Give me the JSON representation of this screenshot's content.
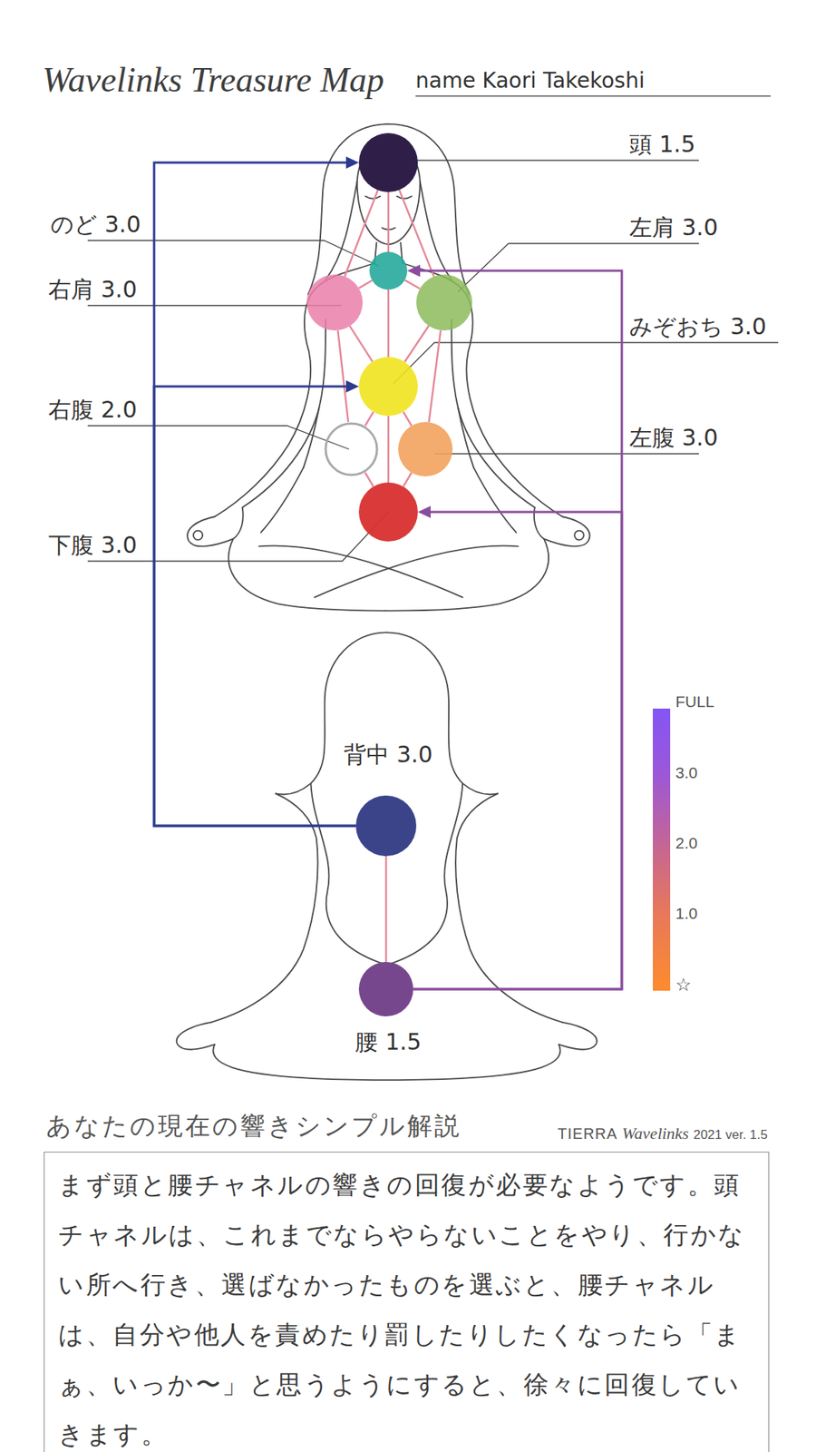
{
  "diagram": {
    "title": "Wavelinks Treasure Map",
    "nodes": [
      {
        "text": [
          "頭 1.5"
        ]
      },
      {
        "text": [
          "のど 3.0"
        ]
      },
      {
        "text": [
          "右肩 3.0"
        ]
      },
      {
        "text": [
          "左肩 3.0"
        ]
      },
      {
        "text": [
          "みぞおち 3.0"
        ]
      },
      {
        "text": [
          "右腹 2.0"
        ]
      },
      {
        "text": [
          "左腹 3.0"
        ]
      },
      {
        "text": [
          "下腹 3.0"
        ]
      },
      {
        "text": [
          "背中 3.0"
        ]
      },
      {
        "text": [
          "腰 1.5"
        ]
      },
      {
        "text": [
          "あなたの現在の響きシンプル解説",
          "まず頭と腰チャネルの響きの回復が必要なようです。頭チャネルは、これまでならやらないことをやり、行かない所へ行き、選ばなかったものを選ぶと、腰チャネルは、自分や他人を責めたり罰したりしたくなったら「まぁ、いっか〜」と思うようにすると、徐々に回復していきます。"
        ]
      }
    ],
    "edges": [
      {
        "from": 0,
        "to": 1,
        "arrow": "none"
      },
      {
        "from": 1,
        "to": 4,
        "arrow": "none"
      },
      {
        "from": 4,
        "to": 7,
        "arrow": "none"
      },
      {
        "from": 0,
        "to": 2,
        "arrow": "none"
      },
      {
        "from": 0,
        "to": 3,
        "arrow": "none"
      },
      {
        "from": 1,
        "to": 2,
        "arrow": "none"
      },
      {
        "from": 1,
        "to": 3,
        "arrow": "none"
      },
      {
        "from": 2,
        "to": 4,
        "arrow": "none"
      },
      {
        "from": 3,
        "to": 4,
        "arrow": "none"
      },
      {
        "from": 2,
        "to": 5,
        "arrow": "none"
      },
      {
        "from": 3,
        "to": 6,
        "arrow": "none"
      },
      {
        "from": 4,
        "to": 5,
        "arrow": "none"
      },
      {
        "from": 4,
        "to": 6,
        "arrow": "none"
      },
      {
        "from": 5,
        "to": 7,
        "arrow": "none"
      },
      {
        "from": 6,
        "to": 7,
        "arrow": "none"
      },
      {
        "from": 8,
        "to": 9,
        "arrow": "none"
      },
      {
        "from": 8,
        "to": 0,
        "arrow": "to"
      },
      {
        "from": 8,
        "to": 4,
        "arrow": "to"
      },
      {
        "from": 9,
        "to": 1,
        "arrow": "to"
      },
      {
        "from": 9,
        "to": 7,
        "arrow": "to"
      }
    ],
    "labels": [
      "name Kaori Takekoshi",
      "TIERRA",
      "Wavelinks",
      "2021 ver. 1.5"
    ],
    "legend": [
      {
        "text": "FULL",
        "color": "#8455f5"
      },
      {
        "text": "3.0",
        "color": "#9b57d8"
      },
      {
        "text": "2.0",
        "color": "#c46596"
      },
      {
        "text": "1.0",
        "color": "#e8785a"
      },
      {
        "text": "☆",
        "color": "#fb8a30"
      }
    ]
  }
}
